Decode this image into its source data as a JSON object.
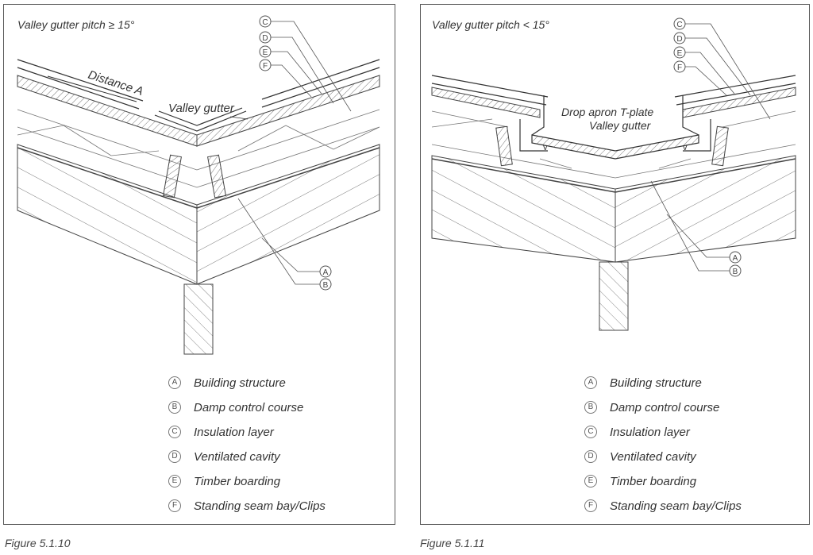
{
  "figures": [
    {
      "title": "Valley gutter pitch ≥ 15°",
      "caption": "Figure 5.1.10",
      "annotations": {
        "distance": "Distance A",
        "gutter": "Valley gutter"
      },
      "callouts": [
        "C",
        "D",
        "E",
        "F",
        "A",
        "B"
      ],
      "legend": [
        {
          "letter": "A",
          "text": "Building structure"
        },
        {
          "letter": "B",
          "text": "Damp control course"
        },
        {
          "letter": "C",
          "text": "Insulation layer"
        },
        {
          "letter": "D",
          "text": "Ventilated cavity"
        },
        {
          "letter": "E",
          "text": "Timber boarding"
        },
        {
          "letter": "F",
          "text": "Standing seam bay/Clips"
        }
      ]
    },
    {
      "title": "Valley gutter pitch < 15°",
      "caption": "Figure 5.1.11",
      "annotations": {
        "apron": "Drop apron T-plate",
        "gutter": "Valley gutter",
        "v_mark": "v"
      },
      "callouts": [
        "C",
        "D",
        "E",
        "F",
        "A",
        "B"
      ],
      "legend": [
        {
          "letter": "A",
          "text": "Building structure"
        },
        {
          "letter": "B",
          "text": "Damp control course"
        },
        {
          "letter": "C",
          "text": "Insulation layer"
        },
        {
          "letter": "D",
          "text": "Ventilated cavity"
        },
        {
          "letter": "E",
          "text": "Timber boarding"
        },
        {
          "letter": "F",
          "text": "Standing seam bay/Clips"
        }
      ]
    }
  ],
  "colors": {
    "line": "#3a3a3a",
    "hatch": "#6a6a6a"
  }
}
